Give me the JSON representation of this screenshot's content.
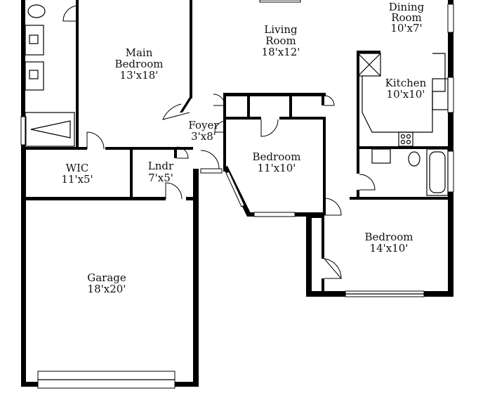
{
  "rooms": {
    "dining": {
      "name_1": "Dining",
      "name_2": "Room",
      "size": "10'x7'"
    },
    "living": {
      "name_1": "Living",
      "name_2": "Room",
      "size": "18'x12'"
    },
    "main_bedroom": {
      "name_1": "Main",
      "name_2": "Bedroom",
      "size": "13'x18'"
    },
    "kitchen": {
      "name": "Kitchen",
      "size": "10'x10'"
    },
    "foyer": {
      "name": "Foyer",
      "size": "3'x8'"
    },
    "bedroom_center": {
      "name": "Bedroom",
      "size": "11'x10'"
    },
    "wic": {
      "name": "WIC",
      "size": "11'x5'"
    },
    "laundry": {
      "name": "Lndr",
      "size": "7'x5'"
    },
    "bedroom_right": {
      "name": "Bedroom",
      "size": "14'x10'"
    },
    "garage": {
      "name": "Garage",
      "size": "18'x20'"
    }
  }
}
